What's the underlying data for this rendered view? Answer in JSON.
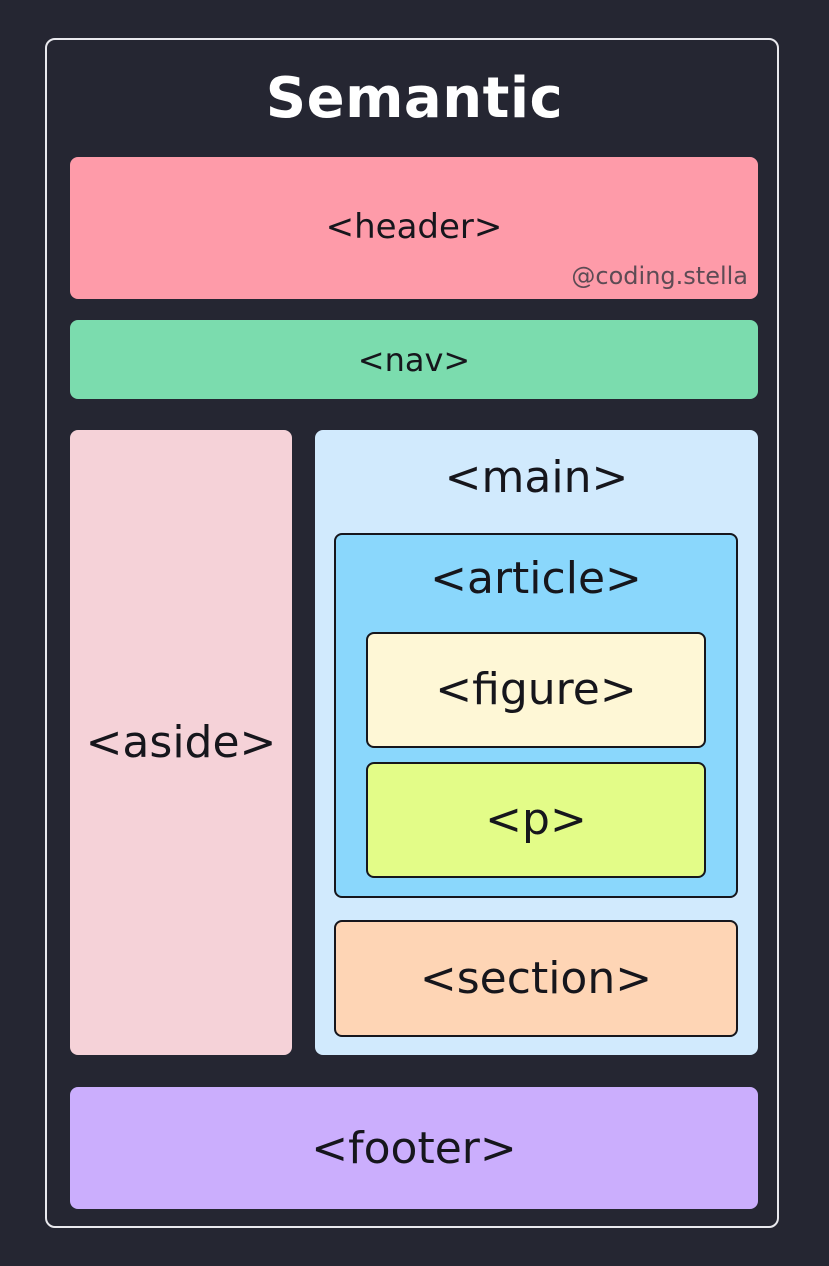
{
  "title": "Semantic",
  "watermark": "@coding.stella",
  "blocks": {
    "header": {
      "label": "<header>",
      "color": "#fe9ba9"
    },
    "nav": {
      "label": "<nav>",
      "color": "#7bdcae"
    },
    "aside": {
      "label": "<aside>",
      "color": "#f5d2d8"
    },
    "main": {
      "label": "<main>",
      "color": "#d1eafd"
    },
    "article": {
      "label": "<article>",
      "color": "#8ad7fc"
    },
    "figure": {
      "label": "<figure>",
      "color": "#fef7d6"
    },
    "p": {
      "label": "<p>",
      "color": "#e3fc88"
    },
    "section": {
      "label": "<section>",
      "color": "#fed5b5"
    },
    "footer": {
      "label": "<footer>",
      "color": "#cbaefd"
    }
  },
  "colors": {
    "background": "#252632",
    "frame_border": "#e9e9ee",
    "text_dark": "#16161c",
    "title_text": "#ffffff"
  }
}
